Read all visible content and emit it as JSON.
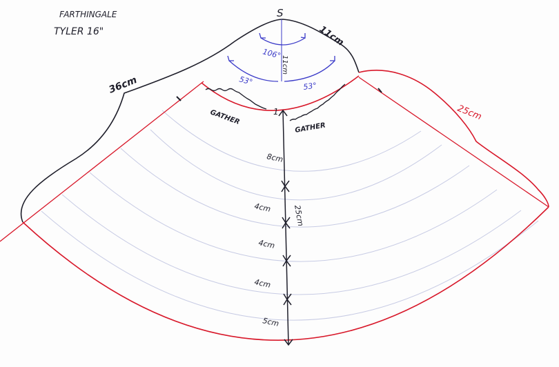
{
  "title": {
    "line1": "FARTHINGALE",
    "line2": "TYLER 16\""
  },
  "apex_label": "S",
  "measurements": {
    "left_edge": "36cm",
    "top_right_edge": "11cm",
    "right_edge": "25cm",
    "center_top": "11cm",
    "center_total": "25cm",
    "segments": [
      "1",
      "8cm",
      "4cm",
      "4cm",
      "4cm",
      "5cm"
    ]
  },
  "angles": {
    "total": "106°",
    "left": "53°",
    "right": "53°"
  },
  "gather": {
    "left": "GATHER",
    "right": "GATHER"
  },
  "colors": {
    "outline_black": "#1e1e2a",
    "outline_red": "#d8182a",
    "guide_blue": "#3a3ac8",
    "band_lines": "#c7cbe4"
  }
}
